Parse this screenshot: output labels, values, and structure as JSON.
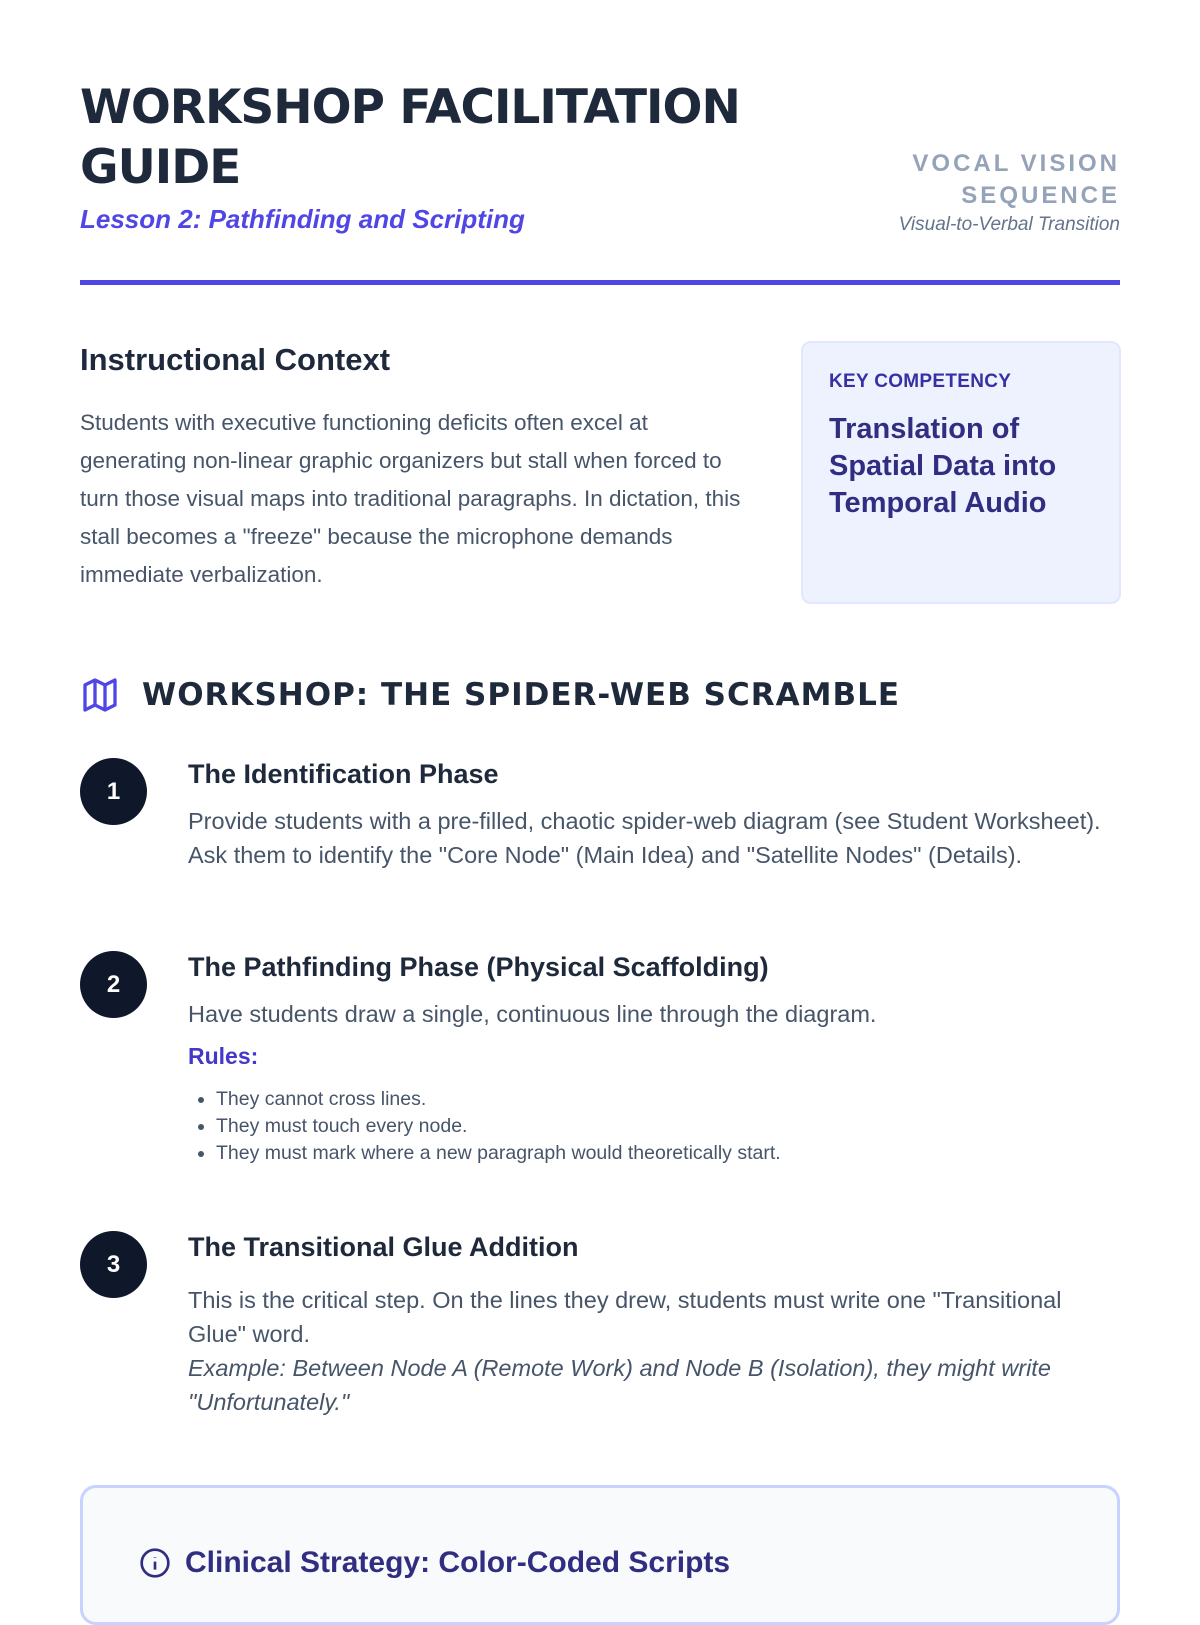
{
  "header": {
    "title": "WORKSHOP FACILITATION GUIDE",
    "subtitle": "Lesson 2: Pathfinding and Scripting",
    "brand_line1": "VOCAL VISION",
    "brand_line2": "SEQUENCE",
    "brand_tagline": "Visual-to-Verbal Transition"
  },
  "context": {
    "heading": "Instructional Context",
    "body": "Students with executive functioning deficits often excel at generating non-linear graphic organizers but stall when forced to turn those visual maps into traditional paragraphs. In dictation, this stall becomes a \"freeze\" because the microphone demands immediate verbalization."
  },
  "key_competency": {
    "label": "KEY COMPETENCY",
    "text": "Translation of Spatial Data into Temporal Audio"
  },
  "workshop": {
    "icon": "map-icon",
    "title": "WORKSHOP: THE SPIDER-WEB SCRAMBLE",
    "steps": [
      {
        "number": "1",
        "title": "The Identification Phase",
        "text": "Provide students with a pre-filled, chaotic spider-web diagram (see Student Worksheet). Ask them to identify the \"Core Node\" (Main Idea) and \"Satellite Nodes\" (Details)."
      },
      {
        "number": "2",
        "title": "The Pathfinding Phase (Physical Scaffolding)",
        "text": "Have students draw a single, continuous line through the diagram.",
        "rules_label": "Rules:",
        "rules": [
          "They cannot cross lines.",
          "They must touch every node.",
          "They must mark where a new paragraph would theoretically start."
        ]
      },
      {
        "number": "3",
        "title": "The Transitional Glue Addition",
        "text": "This is the critical step. On the lines they drew, students must write one \"Transitional Glue\" word.",
        "example": "Example: Between Node A (Remote Work) and Node B (Isolation), they might write \"Unfortunately.\""
      }
    ]
  },
  "strategy": {
    "icon": "info-icon",
    "title": "Clinical Strategy: Color-Coded Scripts"
  }
}
